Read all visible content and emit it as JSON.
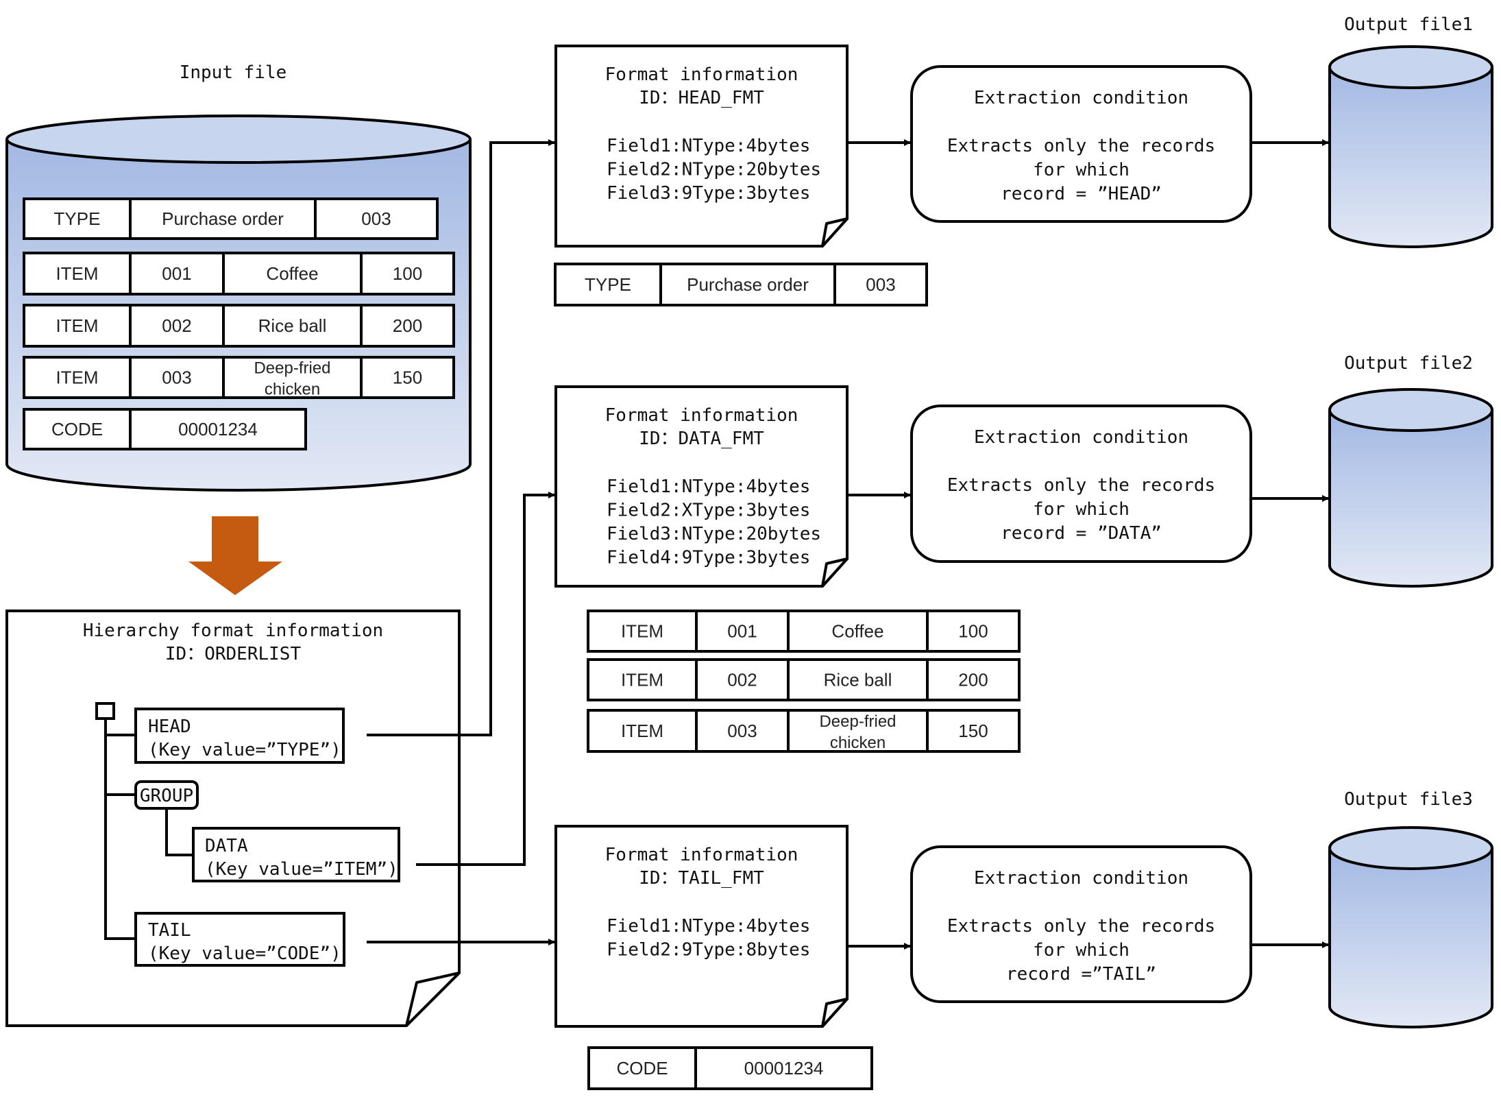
{
  "colors": {
    "cylinder_top": "#C7D6EE",
    "cylinder_body_top": "#A3B9E3",
    "cylinder_body_bottom": "#E2E8F5",
    "transform_arrow": "#C55A11",
    "stroke": "#000000"
  },
  "input_file": {
    "label": "Input file",
    "records": [
      {
        "cells": [
          "TYPE",
          "Purchase order",
          "003"
        ]
      },
      {
        "cells": [
          "ITEM",
          "001",
          "Coffee",
          "100"
        ]
      },
      {
        "cells": [
          "ITEM",
          "002",
          "Rice ball",
          "200"
        ]
      },
      {
        "cells": [
          "ITEM",
          "003",
          "Deep-fried chicken",
          "150"
        ]
      },
      {
        "cells": [
          "CODE",
          "00001234"
        ]
      }
    ]
  },
  "hierarchy": {
    "title": "Hierarchy format information",
    "id_line": "ID：ORDERLIST",
    "nodes": {
      "head": {
        "name": "HEAD",
        "key": "(Key value=”TYPE”)"
      },
      "group": {
        "name": "GROUP"
      },
      "data": {
        "name": "DATA",
        "key": "(Key value=”ITEM”)"
      },
      "tail": {
        "name": "TAIL",
        "key": "(Key value=”CODE”)"
      }
    }
  },
  "formats": [
    {
      "title": "Format information",
      "id_line": "ID：HEAD_FMT",
      "fields": [
        "Field1:NType:4bytes",
        "Field2:NType:20bytes",
        "Field3:9Type:3bytes"
      ]
    },
    {
      "title": "Format information",
      "id_line": "ID：DATA_FMT",
      "fields": [
        "Field1:NType:4bytes",
        "Field2:XType:3bytes",
        "Field3:NType:20bytes",
        "Field4:9Type:3bytes"
      ]
    },
    {
      "title": "Format information",
      "id_line": "ID：TAIL_FMT",
      "fields": [
        "Field1:NType:4bytes",
        "Field2:9Type:8bytes"
      ]
    }
  ],
  "extracted_records": {
    "head": [
      {
        "cells": [
          "TYPE",
          "Purchase order",
          "003"
        ]
      }
    ],
    "data": [
      {
        "cells": [
          "ITEM",
          "001",
          "Coffee",
          "100"
        ]
      },
      {
        "cells": [
          "ITEM",
          "002",
          "Rice ball",
          "200"
        ]
      },
      {
        "cells": [
          "ITEM",
          "003",
          "Deep-fried chicken",
          "150"
        ]
      }
    ],
    "tail": [
      {
        "cells": [
          "CODE",
          "00001234"
        ]
      }
    ]
  },
  "conditions": [
    {
      "title": "Extraction condition",
      "lines": [
        "Extracts only the records",
        "for which",
        "record = ”HEAD”"
      ]
    },
    {
      "title": "Extraction condition",
      "lines": [
        "Extracts only the records",
        "for which",
        "record = ”DATA”"
      ]
    },
    {
      "title": "Extraction condition",
      "lines": [
        "Extracts only the records",
        "for which",
        "record =”TAIL”"
      ]
    }
  ],
  "outputs": [
    {
      "label": "Output file1"
    },
    {
      "label": "Output file2"
    },
    {
      "label": "Output file3"
    }
  ]
}
